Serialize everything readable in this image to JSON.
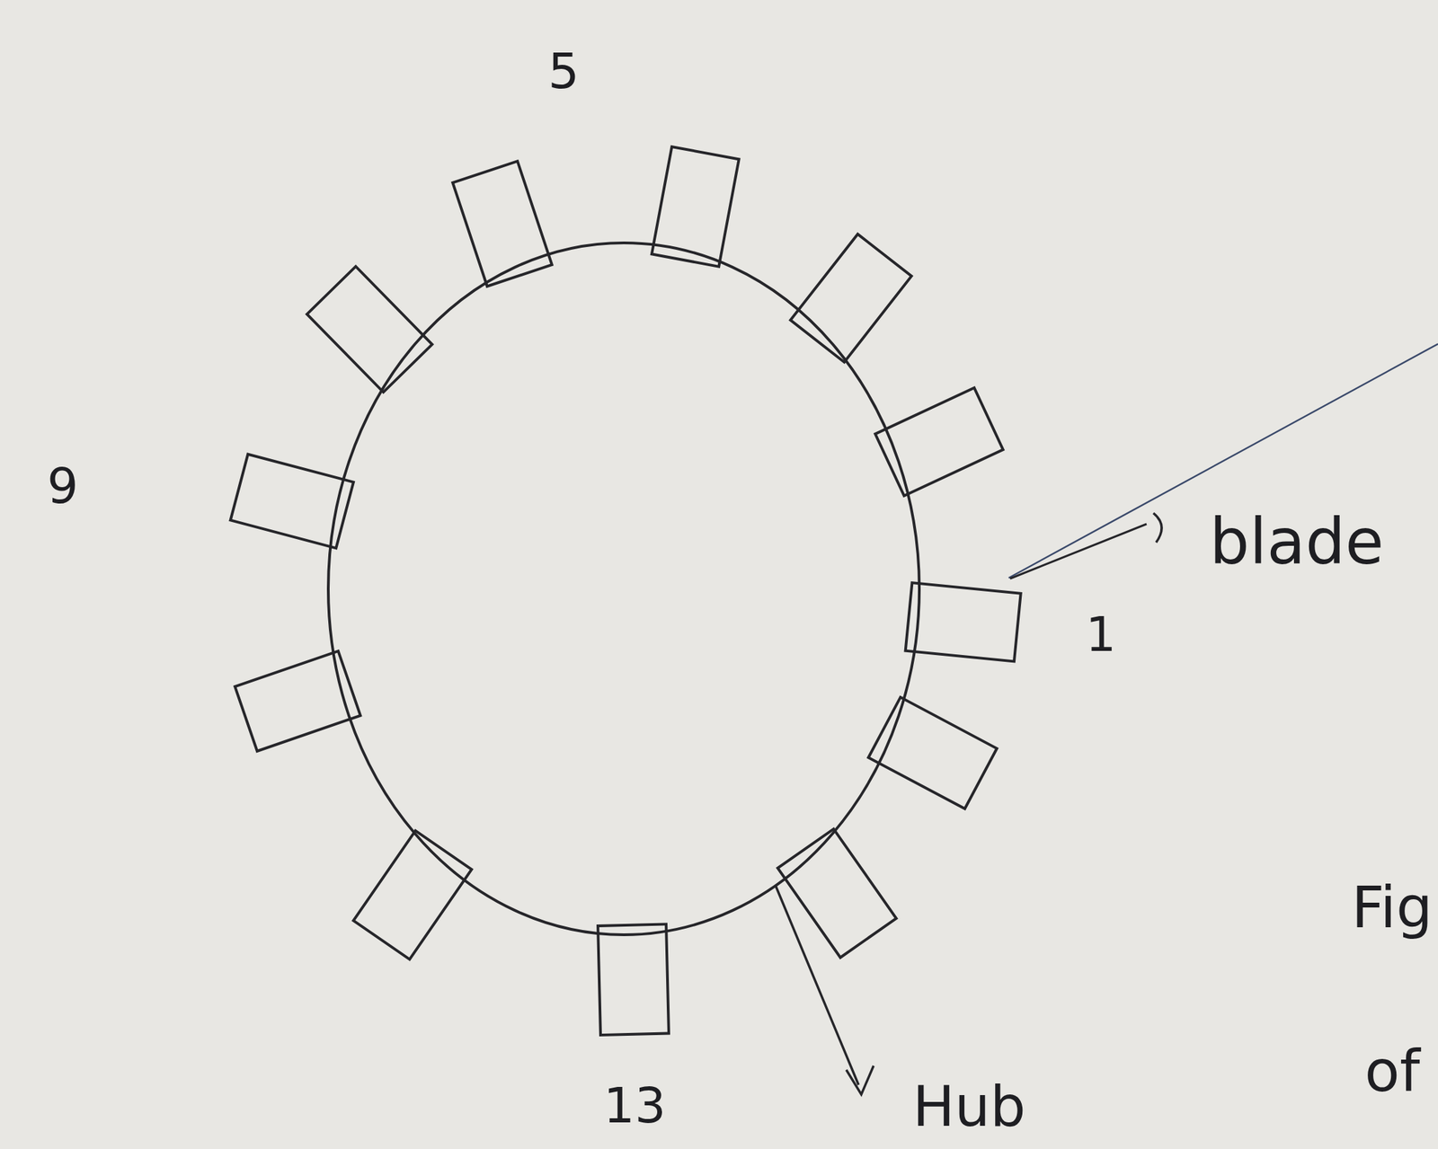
{
  "diagram": {
    "labels": [
      "5",
      "9",
      "blade",
      "1",
      "13",
      "Hub",
      "Fig",
      "of"
    ]
  }
}
